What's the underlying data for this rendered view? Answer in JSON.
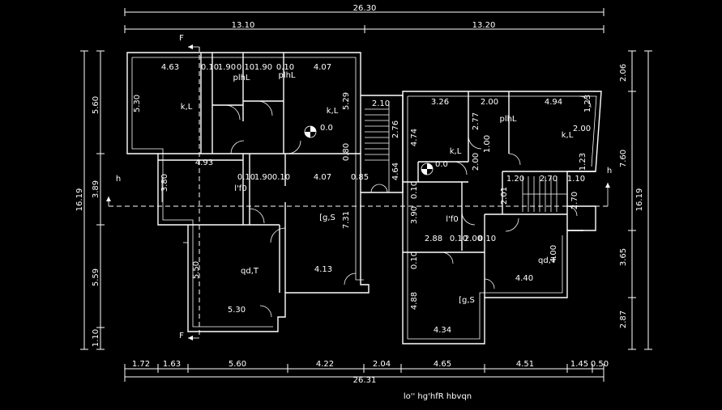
{
  "colors": {
    "background": "#000000",
    "lines": "#ffffff"
  },
  "dimensions": {
    "overall_top": "26.30",
    "top_left": "13.10",
    "top_right": "13.20",
    "bottom_segments": [
      "1.72",
      "1.63",
      "5.60",
      "4.22",
      "2.04",
      "4.65",
      "4.51",
      "1.45",
      "0.50"
    ],
    "overall_bottom": "26.31",
    "left_outer": "16.19",
    "left_inner": [
      "5.60",
      "3.89",
      "5.59",
      "1.10"
    ],
    "right_outer": "16.19",
    "right_inner": [
      "2.06",
      "7.60",
      "3.65",
      "2.87"
    ]
  },
  "room_labels": [
    "4.63",
    "0.10",
    "1.90",
    "0.10",
    "1.90",
    "0.10",
    "4.07",
    "plhL",
    "plhL",
    "5.30",
    "k,L",
    "5.29",
    "0.0",
    "0.80",
    "4.93",
    "3.80",
    "0.10",
    "1.90",
    "0.10",
    "4.07",
    "0.85",
    "l'f0",
    "4.64",
    "[g,S",
    "7.31",
    "5.50",
    "qd,T",
    "4.13",
    "5.30",
    "2.10",
    "2.76",
    "4.74",
    "3.26",
    "2.00",
    "4.94",
    "plhL",
    "2.77",
    "1.23",
    "k,L",
    "k,L",
    "0.0",
    "2.00",
    "1.00",
    "2.00",
    "1.20",
    "2.70",
    "1.10",
    "1.23",
    "2.01",
    "0.10",
    "2.70",
    "3.90",
    "l'f0",
    "2.88",
    "0.10",
    "2.00",
    "0.10",
    "4.00",
    "qd,T",
    "4.40",
    "4.88",
    "[g,S",
    "4.34"
  ],
  "section_markers": {
    "f_top": "F",
    "f_bottom": "F",
    "h_left": "h",
    "h_right": "h"
  },
  "caption": "lo'' hg'hfR hbvqn"
}
